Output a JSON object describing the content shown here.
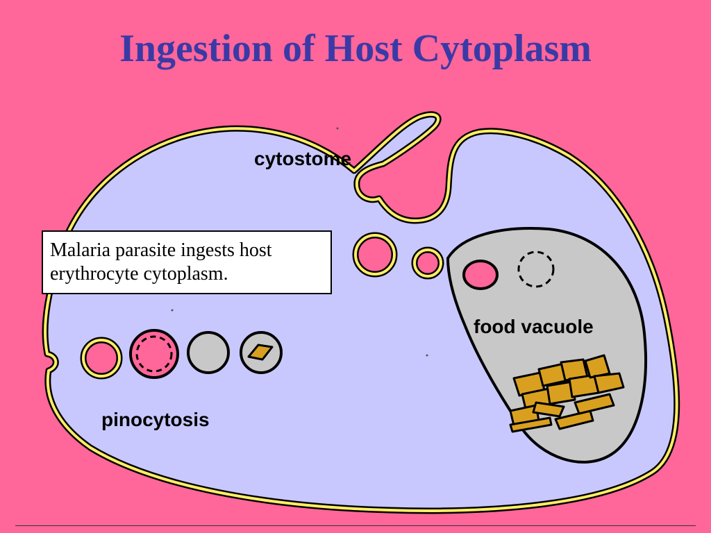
{
  "title": "Ingestion of Host Cytoplasm",
  "labels": {
    "cytostome": "cytostome",
    "food_vacuole": "food vacuole",
    "pinocytosis": "pinocytosis"
  },
  "note": {
    "line1": "Malaria parasite ingests host",
    "line2": "erythrocyte cytoplasm."
  },
  "colors": {
    "background": "#ff6699",
    "title": "#3a3aa6",
    "cell_fill": "#c8c8ff",
    "membrane": "#ffee66",
    "vacuole_fill": "#c8c8c8",
    "crystal": "#d9a020"
  }
}
